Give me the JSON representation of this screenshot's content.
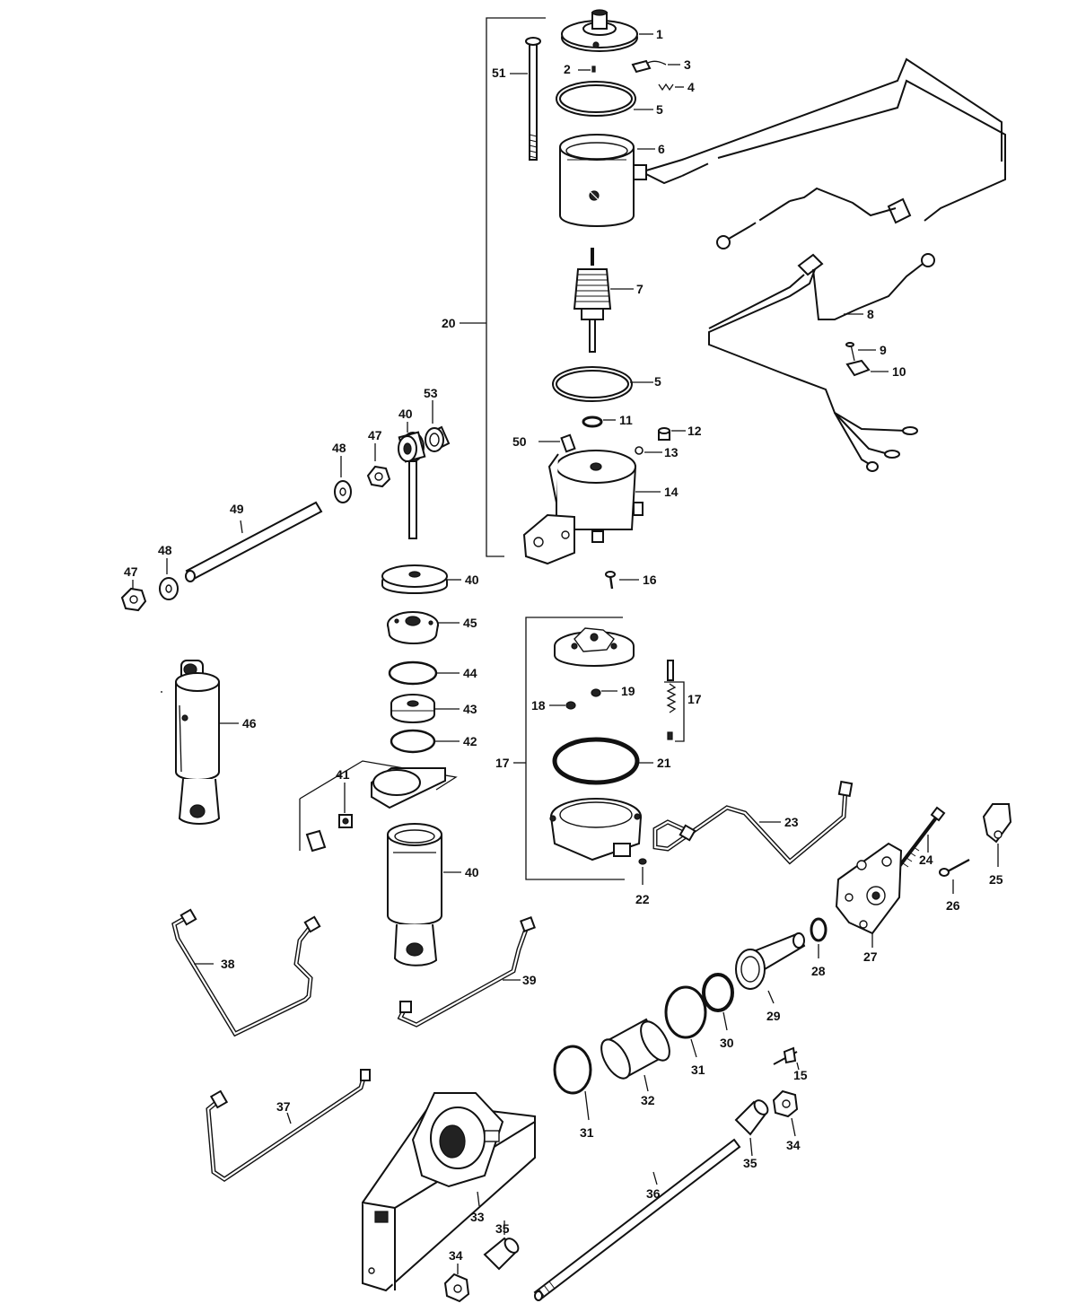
{
  "callouts": {
    "c1": "1",
    "c2": "2",
    "c3": "3",
    "c4": "4",
    "c5a": "5",
    "c5b": "5",
    "c6": "6",
    "c7": "7",
    "c8": "8",
    "c9": "9",
    "c10": "10",
    "c11": "11",
    "c12": "12",
    "c13": "13",
    "c14": "14",
    "c15": "15",
    "c16": "16",
    "c17a": "17",
    "c17b": "17",
    "c18": "18",
    "c19": "19",
    "c20": "20",
    "c21": "21",
    "c22": "22",
    "c23": "23",
    "c24": "24",
    "c25": "25",
    "c26": "26",
    "c27": "27",
    "c28": "28",
    "c29": "29",
    "c30": "30",
    "c31a": "31",
    "c31b": "31",
    "c32": "32",
    "c33": "33",
    "c34a": "34",
    "c34b": "34",
    "c35a": "35",
    "c35b": "35",
    "c36": "36",
    "c37": "37",
    "c38": "38",
    "c39": "39",
    "c40a": "40",
    "c40b": "40",
    "c40c": "40",
    "c41": "41",
    "c42": "42",
    "c43": "43",
    "c44": "44",
    "c45": "45",
    "c46": "46",
    "c47a": "47",
    "c47b": "47",
    "c48a": "48",
    "c48b": "48",
    "c49": "49",
    "c50": "50",
    "c51": "51",
    "c53": "53"
  }
}
